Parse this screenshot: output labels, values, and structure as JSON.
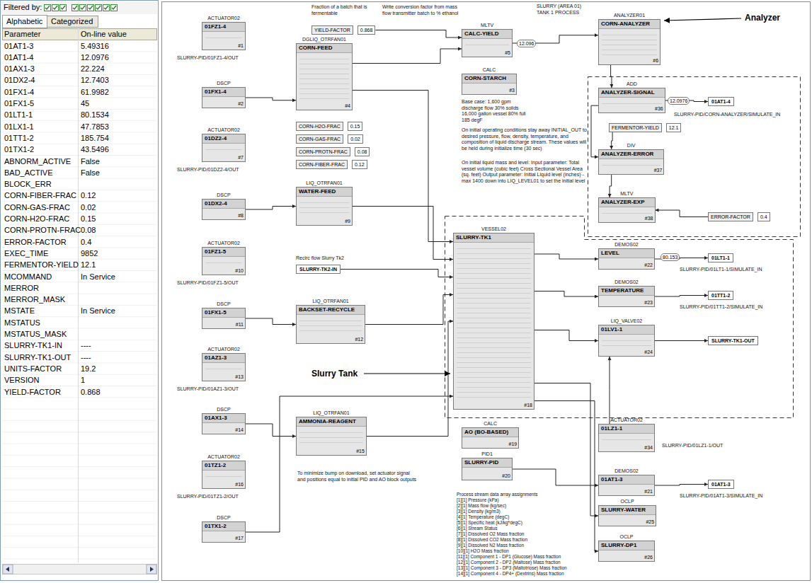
{
  "diagram": {
    "nodes": [
      {
        "text": [
          "ACTUATOR02",
          "01FZ1-4",
          "#1"
        ]
      },
      {
        "text": [
          "DSCP",
          "01FX1-4",
          "#2"
        ]
      },
      {
        "text": [
          "ACTUATOR02",
          "01DZ2-4",
          "#7"
        ]
      },
      {
        "text": [
          "DSCP",
          "01DX2-4",
          "#8"
        ]
      },
      {
        "text": [
          "ACTUATOR02",
          "01FZ1-5",
          "#10"
        ]
      },
      {
        "text": [
          "DSCP",
          "01FX1-5",
          "#11"
        ]
      },
      {
        "text": [
          "ACTUATOR02",
          "01AZ1-3",
          "#13"
        ]
      },
      {
        "text": [
          "DSCP",
          "01AX1-3",
          "#14"
        ]
      },
      {
        "text": [
          "ACTUATOR02",
          "01TZ1-2",
          "#16"
        ]
      },
      {
        "text": [
          "DSCP",
          "01TX1-2",
          "#17"
        ]
      },
      {
        "text": [
          "DGLIQ_OTRFAN01",
          "CORN-FEED",
          "#4"
        ]
      },
      {
        "text": [
          "CORN-H2O-FRAC",
          "0.15"
        ]
      },
      {
        "text": [
          "CORN-GAS-FRAC",
          "0.02"
        ]
      },
      {
        "text": [
          "CORN-PROTN-FRAC",
          "0.08"
        ]
      },
      {
        "text": [
          "CORN-FIBER-FRAC",
          "0.12"
        ]
      },
      {
        "text": [
          "LIQ_OTRFAN01",
          "WATER-FEED",
          "#9"
        ]
      },
      {
        "text": [
          "SLURRY-TK2-IN"
        ]
      },
      {
        "text": [
          "LIQ_OTRFAN01",
          "BACKSET-RECYCLE",
          "#12"
        ]
      },
      {
        "text": [
          "LIQ_OTRFAN01",
          "AMMONIA-REAGENT",
          "#15"
        ]
      },
      {
        "text": [
          "YIELD-FACTOR",
          "0.868"
        ]
      },
      {
        "text": [
          "MLTV",
          "CALC-YIELD",
          "#5"
        ]
      },
      {
        "text": [
          "CALC",
          "CORN-STARCH",
          "#3"
        ]
      },
      {
        "text": [
          "ANALYZER01",
          "CORN-ANALYZER",
          "#6"
        ]
      },
      {
        "text": [
          "ADD",
          "ANALYZER-SIGNAL",
          "#36"
        ]
      },
      {
        "text": [
          "FERMENTOR-YIELD",
          "12.1"
        ]
      },
      {
        "text": [
          "DIV",
          "ANALYZER-ERROR",
          "#37"
        ]
      },
      {
        "text": [
          "MLTV",
          "ANALYZER-EXP",
          "#38"
        ]
      },
      {
        "text": [
          "ERROR-FACTOR",
          "0.4"
        ]
      },
      {
        "text": [
          "VESSEL02",
          "SLURRY-TK1",
          "#18"
        ]
      },
      {
        "text": [
          "DEMOS02",
          "LEVEL",
          "#22"
        ]
      },
      {
        "text": [
          "DEMOS02",
          "TEMPERATURE",
          "#23"
        ]
      },
      {
        "text": [
          "LIQ_VALVE02",
          "01LV1-1",
          "#24"
        ]
      },
      {
        "text": [
          "ACTUATOR02",
          "01LZ1-1",
          "#34"
        ]
      },
      {
        "text": [
          "CALC",
          "AO (BO-BASED)",
          "#19"
        ]
      },
      {
        "text": [
          "PID1",
          "SLURRY-PID",
          "#20"
        ]
      },
      {
        "text": [
          "DEMOS02",
          "01AT1-3",
          "#21"
        ]
      },
      {
        "text": [
          "OCLP",
          "SLURRY-WATER",
          "#25"
        ]
      },
      {
        "text": [
          "OCLP",
          "SLURRY-DP1",
          "#26"
        ]
      },
      {
        "text": [
          "01AT1-4"
        ]
      },
      {
        "text": [
          "01LT1-1"
        ]
      },
      {
        "text": [
          "01TT1-2"
        ]
      },
      {
        "text": [
          "SLURRY-TK1-OUT"
        ]
      },
      {
        "text": [
          "01AT1-3"
        ]
      }
    ],
    "edges": [
      {
        "from": 1,
        "to": 10,
        "arrow": "to"
      },
      {
        "from": 3,
        "to": 15,
        "arrow": "to"
      },
      {
        "from": 5,
        "to": 17,
        "arrow": "to"
      },
      {
        "from": 7,
        "to": 18,
        "arrow": "to"
      },
      {
        "from": 9,
        "to": 28,
        "arrow": "to"
      },
      {
        "from": 10,
        "to": 20,
        "arrow": "to"
      },
      {
        "from": 19,
        "to": 20,
        "arrow": "to"
      },
      {
        "from": 10,
        "to": 28,
        "arrow": "to"
      },
      {
        "from": 15,
        "to": 28,
        "arrow": "to"
      },
      {
        "from": 16,
        "to": 28,
        "arrow": "to"
      },
      {
        "from": 17,
        "to": 28,
        "arrow": "to"
      },
      {
        "from": 18,
        "to": 28,
        "arrow": "to"
      },
      {
        "from": 20,
        "to": 22,
        "arrow": "to"
      },
      {
        "from": 22,
        "to": 23,
        "arrow": "to"
      },
      {
        "from": 23,
        "to": 25,
        "arrow": "to"
      },
      {
        "from": 24,
        "to": 25,
        "arrow": "to"
      },
      {
        "from": 25,
        "to": 26,
        "arrow": "to"
      },
      {
        "from": 27,
        "to": 26,
        "arrow": "to"
      },
      {
        "from": 23,
        "to": 38,
        "arrow": "to"
      },
      {
        "from": 28,
        "to": 29,
        "arrow": "to"
      },
      {
        "from": 28,
        "to": 30,
        "arrow": "to"
      },
      {
        "from": 28,
        "to": 31,
        "arrow": "to"
      },
      {
        "from": 29,
        "to": 39,
        "arrow": "to"
      },
      {
        "from": 30,
        "to": 40,
        "arrow": "to"
      },
      {
        "from": 31,
        "to": 41,
        "arrow": "to"
      },
      {
        "from": 32,
        "to": 31,
        "arrow": "to"
      },
      {
        "from": 28,
        "to": 36,
        "arrow": "to"
      },
      {
        "from": 28,
        "to": 37,
        "arrow": "to"
      },
      {
        "from": 34,
        "to": 35,
        "arrow": "to"
      },
      {
        "from": 35,
        "to": 42,
        "arrow": "to"
      }
    ],
    "labels": [
      "Filtered by:",
      "Alphabetic",
      "Categorized",
      "Parameter",
      "On-line value",
      "01AT1-3",
      "5.49316",
      "01AT1-4",
      "12.0976",
      "01AX1-3",
      "22.224",
      "01DX2-4",
      "12.7403",
      "01FX1-4",
      "61.9982",
      "01FX1-5",
      "45",
      "01LT1-1",
      "80.1534",
      "01LX1-1",
      "47.7853",
      "01TT1-2",
      "185.754",
      "01TX1-2",
      "43.5496",
      "ABNORM_ACTIVE",
      "False",
      "BAD_ACTIVE",
      "False",
      "BLOCK_ERR",
      "CORN-FIBER-FRAC",
      "0.12",
      "CORN-GAS-FRAC",
      "0.02",
      "CORN-H2O-FRAC",
      "0.15",
      "CORN-PROTN-FRAC",
      "0.08",
      "ERROR-FACTOR",
      "0.4",
      "EXEC_TIME",
      "9852",
      "FERMENTOR-YIELD",
      "12.1",
      "MCOMMAND",
      "In Service",
      "MERROR",
      "MERROR_MASK",
      "MSTATE",
      "In Service",
      "MSTATUS",
      "MSTATUS_MASK",
      "SLURRY-TK1-IN",
      "----",
      "SLURRY-TK1-OUT",
      "----",
      "UNITS-FACTOR",
      "19.2",
      "VERSION",
      "1",
      "YIELD-FACTOR",
      "0.868",
      "Analyzer",
      "Slurry Tank",
      "SLURRY (AREA 01) TANK 1 PROCESS",
      "Fraction of a batch that is fermentable",
      "Write conversion factor from mass flow transmitter batch to % ethanol",
      "Base case: 1,600 gpm discharge flow 30% solids 16,000 gallon vessel 80% full 185 degF",
      "On initial operating conditions stay away INITIAL_OUT to desired pressure, flow, density, temperature, and composition of liquid discharge stream. These values will be held during initialize time (30 sec)",
      "On initial liquid mass and level: Input parameter: Total vessel volume (cubic feet) Cross Sectional Vessel Area (sq. feet) Output parameter: Initial Liquid level (inches) - max 1400 down into LIQ_LEVEL01 to set the initial level",
      "Recirc flow Slurry Tk2",
      "To minimize bump on download, set actuator signal and positions equal to initial PID and AO block outputs",
      "Process stream data array assignments",
      "[1][1] Pressure (kPa)",
      "[2][1] Mass flow (kg/sec)",
      "[3][1] Density (kg/m3)",
      "[4][1] Temperature (degC)",
      "[5][1] Specific heat (kJ/kg*degC)",
      "[6][1] Stream Status",
      "[7][1] Dissolved O2 Mass fraction",
      "[8][1] Dissolved CO2 Mass fraction",
      "[9][1] Dissolved N2 Mass fraction",
      "[10][1] H2O Mass fraction",
      "[11][1] Component 1 - DP1 (Glucose) Mass fraction",
      "[12][1] Component 2 - DP2 (Maltose) Mass fraction",
      "[13][1] Component 3 - DP3 (Maltotriose) Mass fraction",
      "[14][1] Component 4 - DP4+ (Dextrins) Mass fraction",
      "SLURRY-PID/01FZ1-4/OUT",
      "SLURRY-PID/01DZ2-4/OUT",
      "SLURRY-PID/01FZ1-5/OUT",
      "SLURRY-PID/01AZ1-3/OUT",
      "SLURRY-PID/01TZ1-2/OUT",
      "SLURRY-PID/CORN-ANALYZER/SIMULATE_IN",
      "SLURRY-PID/01LT1-1/SIMULATE_IN",
      "SLURRY-PID/01TT1-2/SIMULATE_IN",
      "SLURRY-PID/01LZ1-1/OUT",
      "SLURRY-PID/01AT1-3/SIMULATE_IN",
      "12.096",
      "12.0976",
      "80.153"
    ]
  }
}
